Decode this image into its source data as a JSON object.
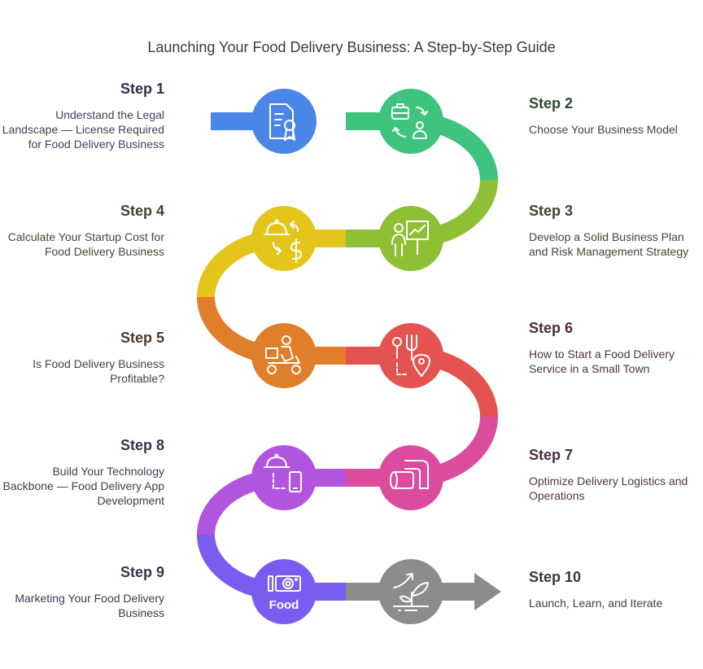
{
  "title": "Launching Your Food Delivery Business: A Step-by-Step Guide",
  "steps": [
    {
      "title": "Step 1",
      "desc": "Understand the Legal Landscape — License Required for Food Delivery Business",
      "color": "#4a86e8",
      "icon": "license-document-icon"
    },
    {
      "title": "Step 2",
      "desc": "Choose Your Business Model",
      "color": "#3ec47e",
      "icon": "briefcase-exchange-icon"
    },
    {
      "title": "Step 3",
      "desc": "Develop a Solid Business Plan and Risk Management Strategy",
      "color": "#8fbf35",
      "icon": "presentation-chart-icon"
    },
    {
      "title": "Step 4",
      "desc": "Calculate Your Startup Cost for Food Delivery Business",
      "color": "#e4c51c",
      "icon": "cloche-dollar-icon"
    },
    {
      "title": "Step 5",
      "desc": "Is Food Delivery Business Profitable?",
      "color": "#e07e29",
      "icon": "delivery-scooter-icon"
    },
    {
      "title": "Step 6",
      "desc": "How to Start a Food Delivery Service in a Small Town",
      "color": "#e4534f",
      "icon": "fork-location-icon"
    },
    {
      "title": "Step 7",
      "desc": "Optimize Delivery Logistics and Operations",
      "color": "#dc4c9e",
      "icon": "route-pipe-icon"
    },
    {
      "title": "Step 8",
      "desc": "Build Your Technology Backbone — Food Delivery App Development",
      "color": "#b154e0",
      "icon": "cloche-phone-icon"
    },
    {
      "title": "Step 9",
      "desc": "Marketing Your Food Delivery Business",
      "color": "#7b5cf0",
      "icon": "camera-food-icon",
      "icon_text": "Food"
    },
    {
      "title": "Step 10",
      "desc": "Launch, Learn, and Iterate",
      "color": "#8c8c8c",
      "icon": "sprout-growth-icon"
    }
  ]
}
